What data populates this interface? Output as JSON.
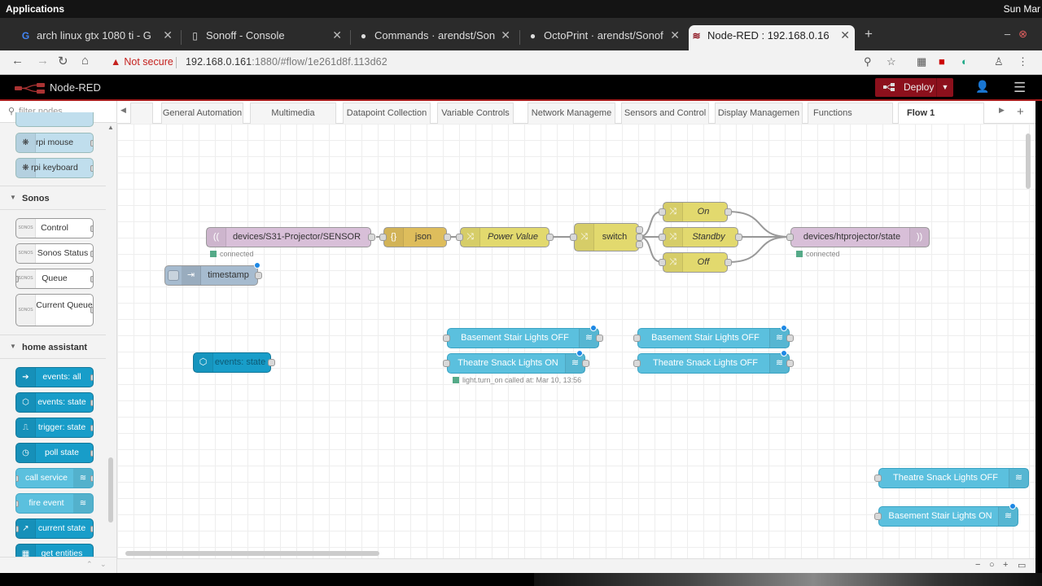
{
  "system": {
    "left": "Applications",
    "right": "Sun Mar"
  },
  "browser": {
    "tabs": [
      {
        "label": "arch linux gtx 1080 ti - G",
        "icon": "google-icon"
      },
      {
        "label": "Sonoff - Console",
        "icon": "page-icon"
      },
      {
        "label": "Commands · arendst/Son",
        "icon": "github-icon"
      },
      {
        "label": "OctoPrint · arendst/Sonof",
        "icon": "github-icon"
      },
      {
        "label": "Node-RED : 192.168.0.16",
        "icon": "nodered-icon",
        "active": true
      }
    ],
    "security": "Not secure",
    "url_host": "192.168.0.161",
    "url_rest": ":1880/#flow/1e261d8f.113d62"
  },
  "app": {
    "title": "Node-RED",
    "deploy_label": "Deploy",
    "accent": "#8c101c"
  },
  "palette": {
    "filter_placeholder": "filter nodes",
    "rpi_nodes": [
      "rpi mouse",
      "rpi keyboard"
    ],
    "cat_sonos": "Sonos",
    "sonos_nodes": [
      "Control",
      "Sonos Status",
      "Queue",
      "Current Queue"
    ],
    "cat_ha": "home assistant",
    "ha_nodes": [
      "events: all",
      "events: state",
      "trigger: state",
      "poll state",
      "call service",
      "fire event",
      "current state",
      "get entities"
    ]
  },
  "workspace": {
    "tabs": [
      "General Automation",
      "Multimedia",
      "Datapoint Collection",
      "Variable Controls",
      "Network Manageme",
      "Sensors and Control",
      "Display Managemen",
      "Functions",
      "Flow 1"
    ],
    "active_tab": "Flow 1"
  },
  "flow": {
    "mqtt_in": "devices/S31-Projector/SENSOR",
    "mqtt_in_status": "connected",
    "json": "json",
    "power_value": "Power Value",
    "switch": "switch",
    "on": "On",
    "standby": "Standby",
    "off": "Off",
    "mqtt_out": "devices/htprojector/state",
    "mqtt_out_status": "connected",
    "timestamp": "timestamp",
    "events_state": "events: state",
    "svc1": "Basement Stair Lights OFF",
    "svc2": "Theatre Snack Lights ON",
    "svc2_status": "light.turn_on called at: Mar 10, 13:56",
    "svc3": "Basement Stair Lights OFF",
    "svc4": "Theatre Snack Lights OFF",
    "svc5": "Theatre Snack Lights OFF",
    "svc6": "Basement Stair Lights ON"
  }
}
